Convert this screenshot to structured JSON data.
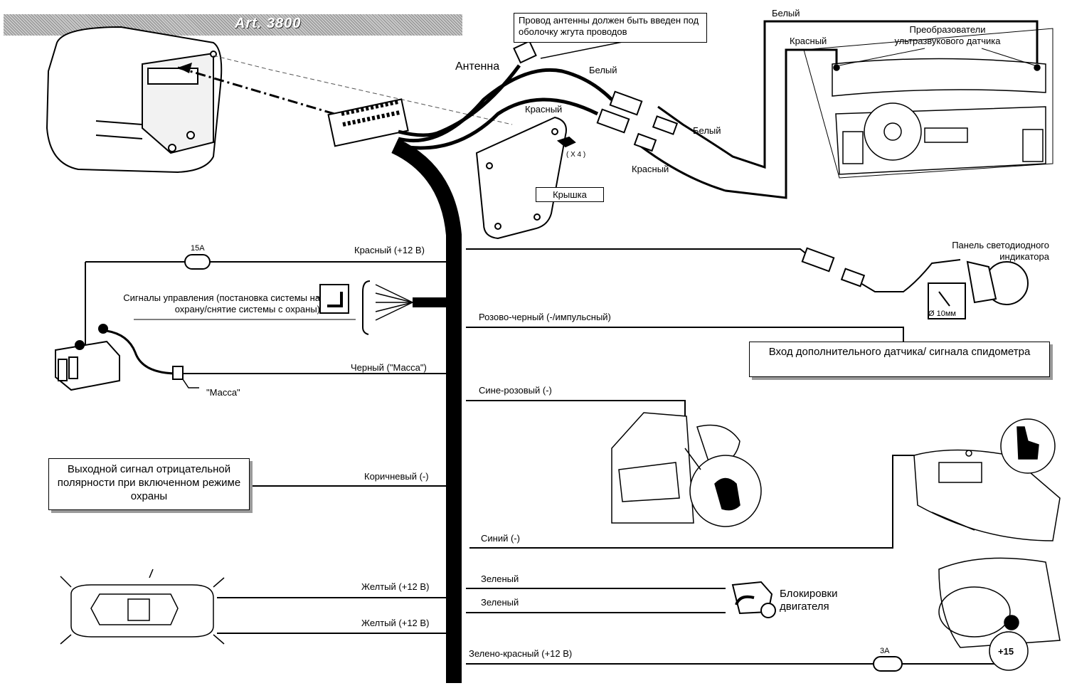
{
  "title": "Art. 3800",
  "labels": {
    "antenna_note": "Провод антенны должен быть введен под оболочку жгута проводов",
    "antenna": "Антенна",
    "white_top": "Белый",
    "red_top": "Красный",
    "transducers": "Преобразователи ультразвукового датчика",
    "white_1": "Белый",
    "red_1": "Красный",
    "white_2": "Белый",
    "red_2": "Красный",
    "screws": "( X 4 )",
    "cover": "Крышка",
    "fuse_15a": "15A",
    "red_12v": "Красный (+12 В)",
    "control_signals": "Сигналы управления (постановка системы на охрану/снятие системы с охраны)",
    "led_panel": "Панель светодиодного индикатора",
    "led_diameter": "Ø 10мм",
    "pink_black": "Розово-черный (-/импульсный)",
    "aux_sensor_input": "Вход дополнительного датчика/ сигнала спидометра",
    "black_ground": "Черный (\"Масса\")",
    "ground": "\"Масса\"",
    "blue_pink": "Сине-розовый (-)",
    "output_negative": "Выходной сигнал отрицательной полярности при включенном режиме охраны",
    "brown": "Коричневый (-)",
    "blue": "Синий (-)",
    "green_1": "Зеленый",
    "green_2": "Зеленый",
    "engine_lock": "Блокировки двигателя",
    "yellow_1": "Желтый (+12 В)",
    "yellow_2": "Желтый (+12 В)",
    "green_red": "Зелено-красный (+12 В)",
    "fuse_3a": "3A",
    "ignition": "+15"
  }
}
